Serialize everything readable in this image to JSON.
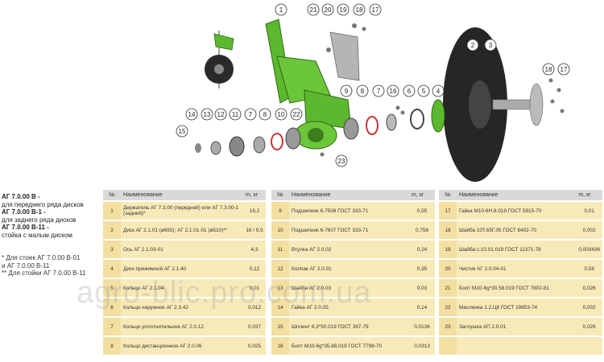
{
  "callouts": [
    "1",
    "21",
    "20",
    "19",
    "18",
    "17",
    "2",
    "3",
    "18",
    "17",
    "14",
    "13",
    "12",
    "11",
    "7",
    "8",
    "10",
    "22",
    "9",
    "8",
    "7",
    "16",
    "6",
    "5",
    "4",
    "15",
    "23"
  ],
  "legend": [
    {
      "bold": "АГ 7.0.00 В -",
      "text": "для переднего ряда дисков"
    },
    {
      "bold": "АГ 7.0.00 В-1 -",
      "text": "для заднего ряда дисков"
    },
    {
      "bold": "АГ 7.0.00 В-11 -",
      "text": "стойка с малым диском"
    }
  ],
  "notes": [
    "* Для стоек АГ 7.0.00 В-01",
    "и АГ 7.0.00 В-11",
    "** Для стойки АГ 7.0.00 В-11"
  ],
  "table_headers": {
    "n": "№",
    "name": "Наименование",
    "mass": "m, кг"
  },
  "tables": [
    [
      {
        "n": "1",
        "name": "Держатель АГ 7.3.00 (передний) или АГ 7.3.00-1 (задний)*",
        "mass": "16,2"
      },
      {
        "n": "2",
        "name": "Диск АГ 2.1.01 (ø655); АГ 2.1.01-01 (ø510)**",
        "mass": "16 / 9,5"
      },
      {
        "n": "3",
        "name": "Ось АГ 2.1.03-01",
        "mass": "4,3"
      },
      {
        "n": "4",
        "name": "Диск прижимной АГ 2.1.40",
        "mass": "0,12"
      },
      {
        "n": "5",
        "name": "Кольцо АГ 2.1.04",
        "mass": "0,01"
      },
      {
        "n": "6",
        "name": "Кольцо наружное АГ 2.3.42",
        "mass": "0,012"
      },
      {
        "n": "7",
        "name": "Кольцо уплотнительное АГ 2.0.12",
        "mass": "0,037"
      },
      {
        "n": "8",
        "name": "Кольцо дистанционное АГ 2.0.06",
        "mass": "0,025"
      }
    ],
    [
      {
        "n": "9",
        "name": "Подшипник 6-7508 ГОСТ 333-71",
        "mass": "0,55"
      },
      {
        "n": "10",
        "name": "Подшипник 6-7607 ГОСТ 333-71",
        "mass": "0,758"
      },
      {
        "n": "11",
        "name": "Втулка АГ 2.0.02",
        "mass": "0,24"
      },
      {
        "n": "12",
        "name": "Колпак АГ 2.0.01",
        "mass": "0,35"
      },
      {
        "n": "13",
        "name": "Шайба АГ 2.0.03",
        "mass": "0,03"
      },
      {
        "n": "14",
        "name": "Гайка АГ 2.0.05",
        "mass": "0,14"
      },
      {
        "n": "15",
        "name": "Шплинт 6,3*50.019 ГОСТ 397-79",
        "mass": "0,0136"
      },
      {
        "n": "16",
        "name": "Болт М10-6g*35.88.019 ГОСТ 7798-70",
        "mass": "0,0313"
      }
    ],
    [
      {
        "n": "17",
        "name": "Гайка М10-6Н.8.019 ГОСТ 5915-70",
        "mass": "0,01"
      },
      {
        "n": "18",
        "name": "Шайба 10Т.65Г.05 ГОСТ 6402-70",
        "mass": "0,002"
      },
      {
        "n": "19",
        "name": "Шайба с.10.01.019 ГОСТ 11371-78",
        "mass": "0,003436"
      },
      {
        "n": "20",
        "name": "Чистик АГ 2.0.04-01",
        "mass": "0,58"
      },
      {
        "n": "21",
        "name": "Болт М10-6g*30.58.019 ГОСТ 7802-81",
        "mass": "0,026"
      },
      {
        "n": "22",
        "name": "Масленка 1.2.Ц6 ГОСТ 19853-74",
        "mass": "0,002"
      },
      {
        "n": "23",
        "name": "Заглушка АП 2.0.01",
        "mass": "0,026"
      },
      {
        "n": "",
        "name": "",
        "mass": ""
      }
    ]
  ],
  "watermark": "agro-blic.pro.com.ua",
  "colors": {
    "green": "#5cb82e",
    "header": "#d9d9d9",
    "row": "#f8eab8"
  }
}
